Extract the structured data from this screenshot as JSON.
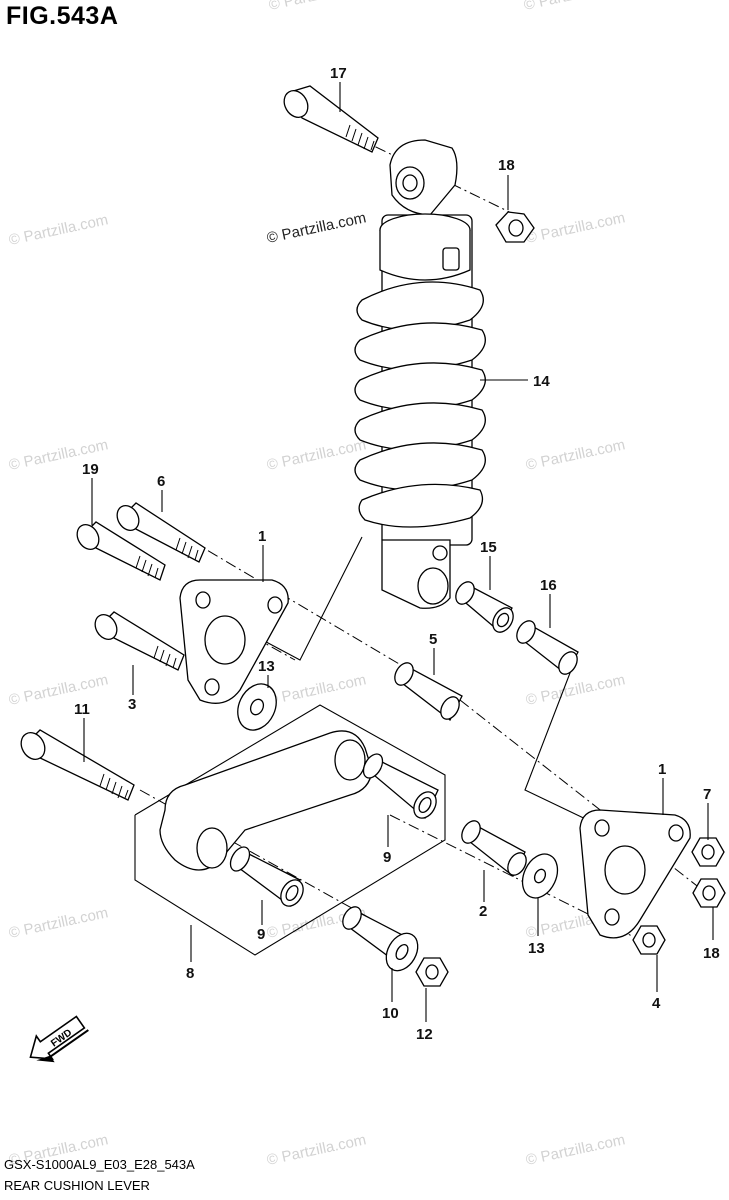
{
  "figure": {
    "title": "FIG.543A",
    "code": "GSX-S1000AL9_E03_E28_543A",
    "caption": "REAR CUSHION LEVER"
  },
  "watermark": "© Partzilla.com",
  "fwd_label": "FWD",
  "callouts": [
    "17",
    "18",
    "14",
    "19",
    "6",
    "1",
    "15",
    "16",
    "3",
    "13",
    "5",
    "11",
    "1",
    "7",
    "9",
    "9",
    "2",
    "13",
    "18",
    "8",
    "10",
    "12",
    "4"
  ]
}
